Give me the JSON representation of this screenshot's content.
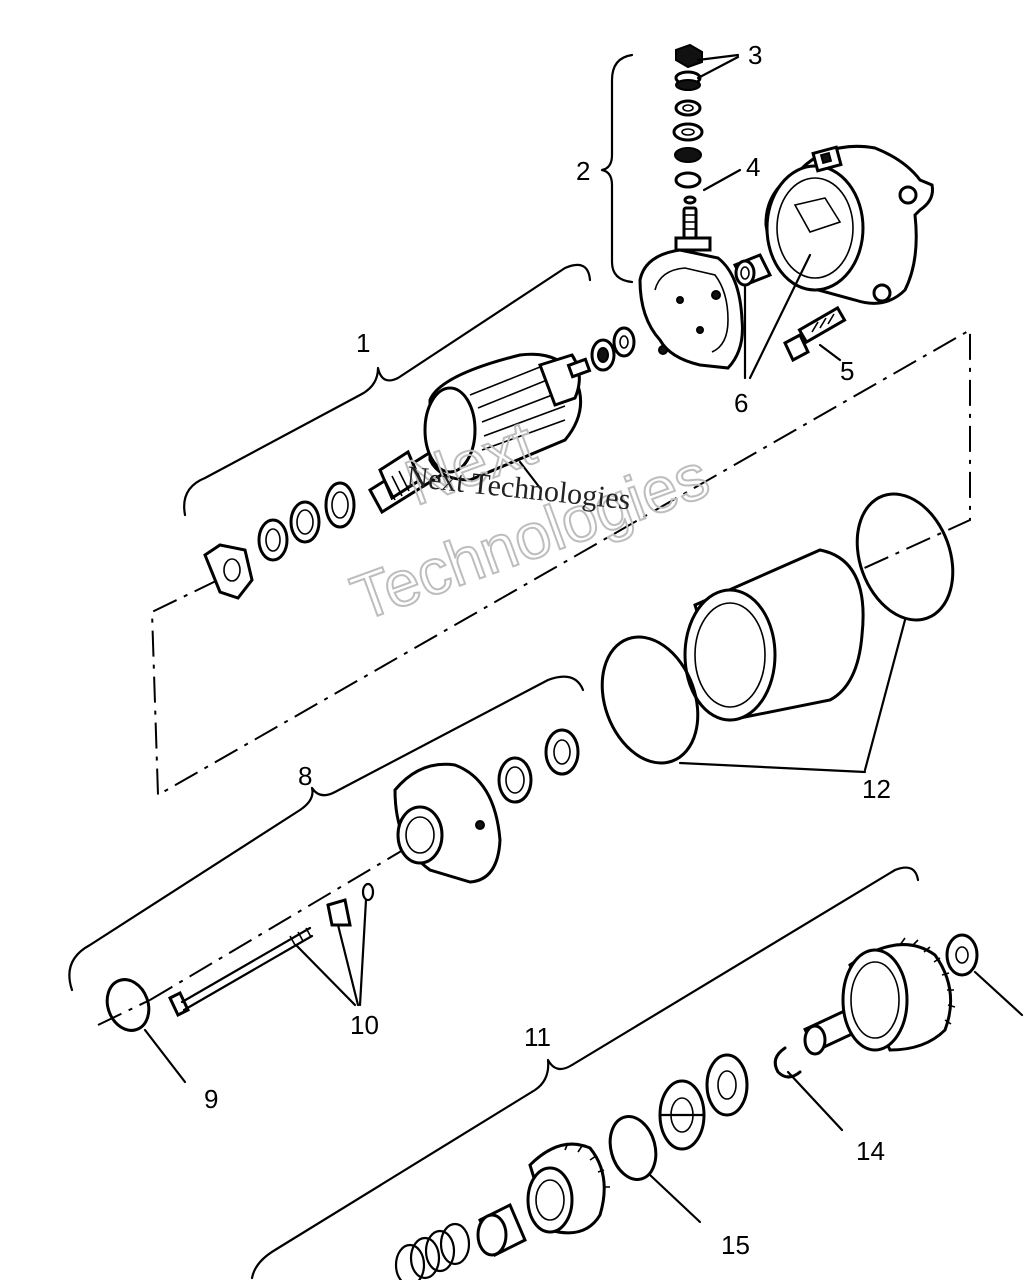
{
  "callouts": [
    {
      "id": "1",
      "text": "1"
    },
    {
      "id": "2",
      "text": "2"
    },
    {
      "id": "3",
      "text": "3"
    },
    {
      "id": "4",
      "text": "4"
    },
    {
      "id": "5",
      "text": "5"
    },
    {
      "id": "6",
      "text": "6"
    },
    {
      "id": "8",
      "text": "8"
    },
    {
      "id": "9",
      "text": "9"
    },
    {
      "id": "10",
      "text": "10"
    },
    {
      "id": "11",
      "text": "11"
    },
    {
      "id": "12",
      "text": "12"
    },
    {
      "id": "14",
      "text": "14"
    },
    {
      "id": "15",
      "text": "15"
    }
  ],
  "watermark": {
    "line1": "Next",
    "line2": "Technologies",
    "small": "Next Technologies"
  }
}
